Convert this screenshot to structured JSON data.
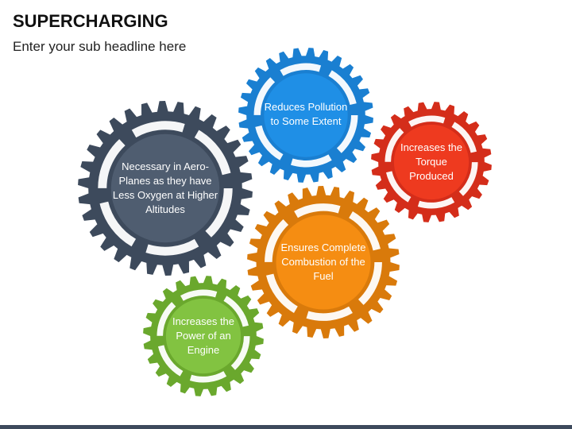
{
  "header": {
    "title": "SUPERCHARGING",
    "subtitle": "Enter your sub headline here"
  },
  "gears": [
    {
      "id": "dark",
      "text": "Necessary in Aero-Planes as they have Less Oxygen at Higher Altitudes",
      "outer": "#3d4a5c",
      "inner": "#4f5d70"
    },
    {
      "id": "blue",
      "text": "Reduces Pollution to Some Extent",
      "outer": "#1a7fd1",
      "inner": "#1f8fe6"
    },
    {
      "id": "red",
      "text": "Increases the Torque Produced",
      "outer": "#d42d1a",
      "inner": "#ee3a1f"
    },
    {
      "id": "orange",
      "text": "Ensures Complete Combustion of the Fuel",
      "outer": "#d97a0b",
      "inner": "#f58d12"
    },
    {
      "id": "green",
      "text": "Increases the Power of an Engine",
      "outer": "#6aa82d",
      "inner": "#82c341"
    }
  ]
}
